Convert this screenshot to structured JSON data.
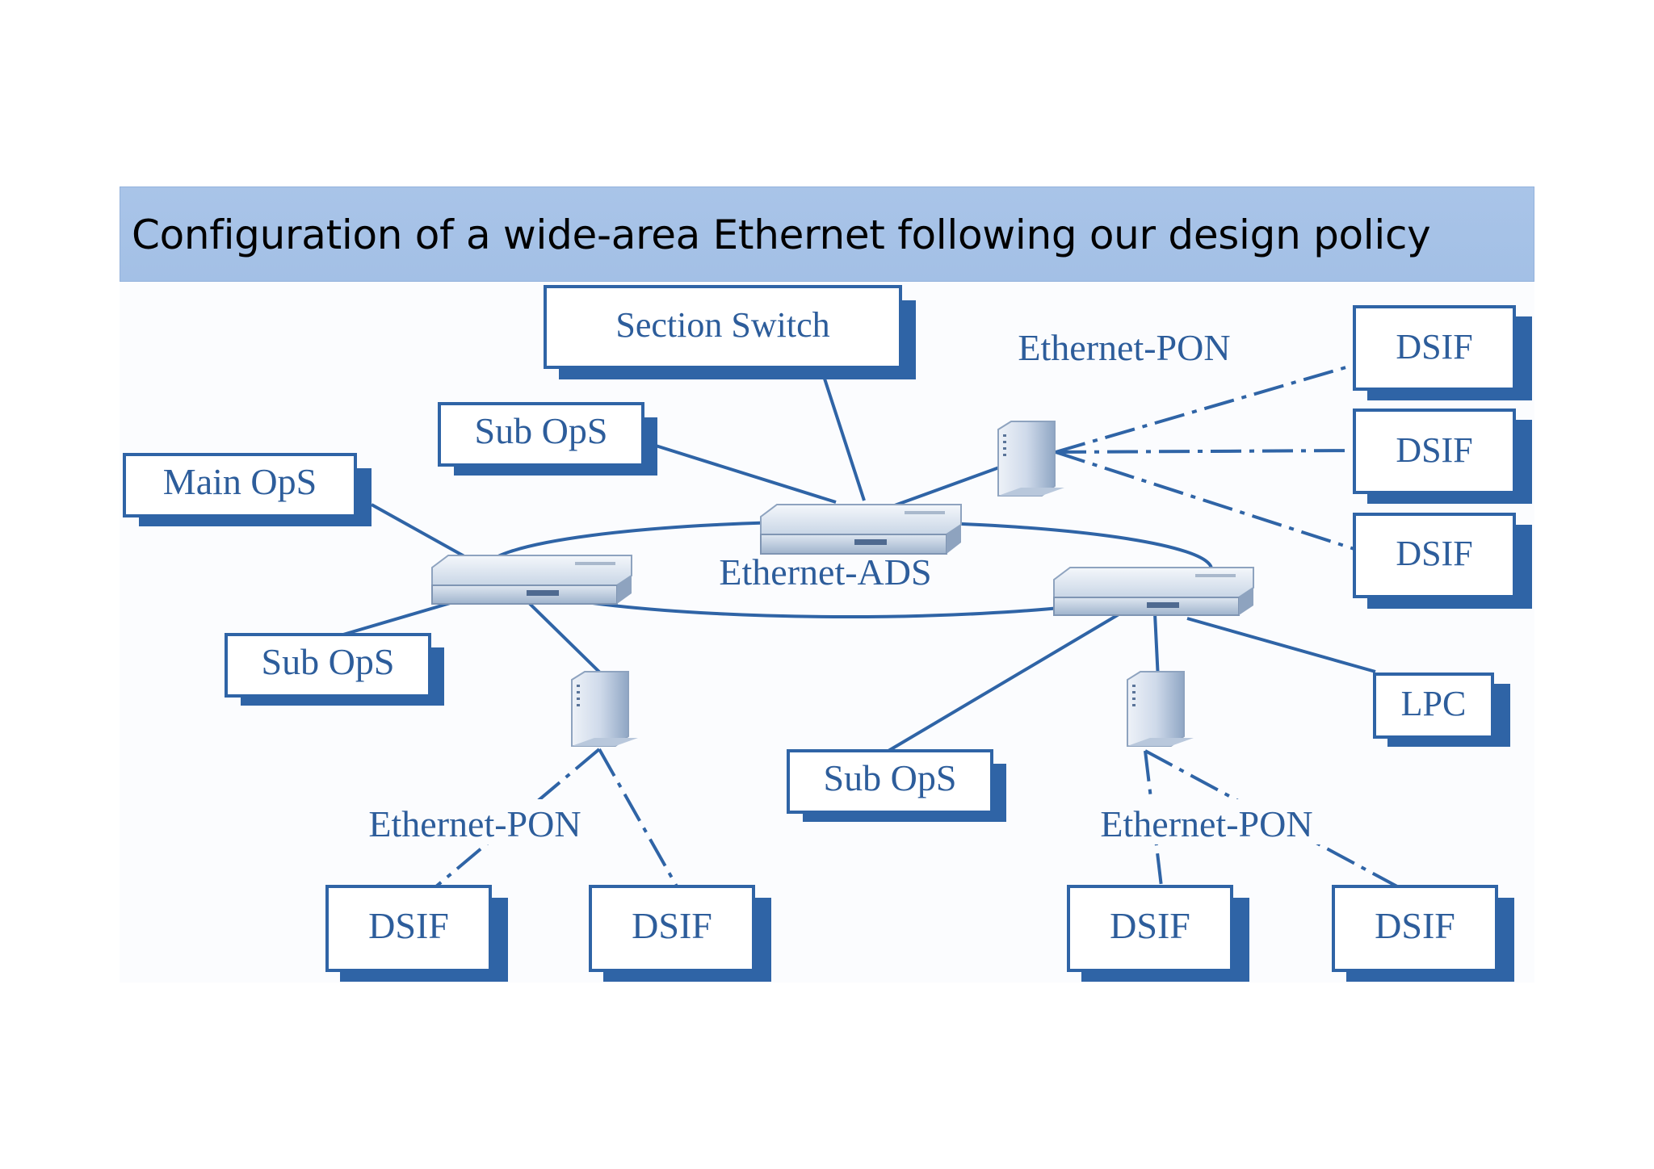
{
  "slide": {
    "title": "Configuration of a wide-area Ethernet following our design policy"
  },
  "diagram": {
    "nodes": {
      "section_switch": "Section Switch",
      "main_ops": "Main OpS",
      "sub_ops_top": "Sub OpS",
      "sub_ops_left": "Sub OpS",
      "sub_ops_bottom": "Sub OpS",
      "dsif_right_1": "DSIF",
      "dsif_right_2": "DSIF",
      "dsif_right_3": "DSIF",
      "lpc": "LPC",
      "dsif_bottom_1": "DSIF",
      "dsif_bottom_2": "DSIF",
      "dsif_bottom_3": "DSIF",
      "dsif_bottom_4": "DSIF"
    },
    "labels": {
      "pon_top": "Ethernet-PON",
      "ads": "Ethernet-ADS",
      "pon_left": "Ethernet-PON",
      "pon_right": "Ethernet-PON"
    },
    "colors": {
      "line": "#2f64a6",
      "shadow": "#2f64a6",
      "text": "#2d5d9b",
      "header": "#a6c2e7"
    }
  }
}
